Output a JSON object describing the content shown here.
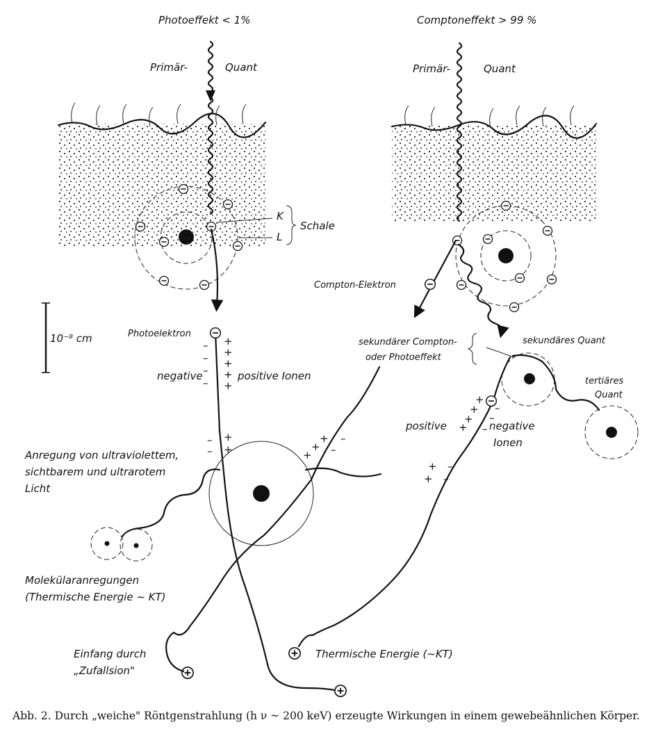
{
  "figure": {
    "left": {
      "title": "Photoeffekt < 1%",
      "quant_left": "Primär-",
      "quant_right": "Quant",
      "shell_k": "K",
      "shell_l": "L",
      "shell_word": "Schale",
      "photoelectron": "Photoelektron",
      "negative": "negative",
      "positive_ions": "positive Ionen",
      "excitation_1": "Anregung von ultraviolettem,",
      "excitation_2": "sichtbarem und ultrarotem",
      "excitation_3": "Licht",
      "molecular_1": "Molekülaranregungen",
      "molecular_2": "(Thermische Energie ~ KT)",
      "capture_1": "Einfang durch",
      "capture_2": "„Zufallsion\""
    },
    "right": {
      "title": "Comptoneffekt > 99 %",
      "quant_left": "Primär-",
      "quant_right": "Quant",
      "compton_electron": "Compton-Elektron",
      "secondary_1": "sekundärer Compton-",
      "secondary_2": "oder Photoeffekt",
      "secondary_quant": "sekundäres Quant",
      "tertiary_1": "tertiäres",
      "tertiary_2": "Quant",
      "positive": "positive",
      "negative_1": "negative",
      "negative_2": "Ionen",
      "thermal": "Thermische Energie (~KT)"
    },
    "scale": "10⁻⁸ cm",
    "symbols": {
      "electron": "⊖",
      "ion": "⊕",
      "plus": "+",
      "minus": "–"
    }
  },
  "caption": "Abb. 2. Durch „weiche\" Röntgenstrahlung (h ν ~ 200 keV) erzeugte Wirkungen in einem gewebeähnlichen Körper."
}
